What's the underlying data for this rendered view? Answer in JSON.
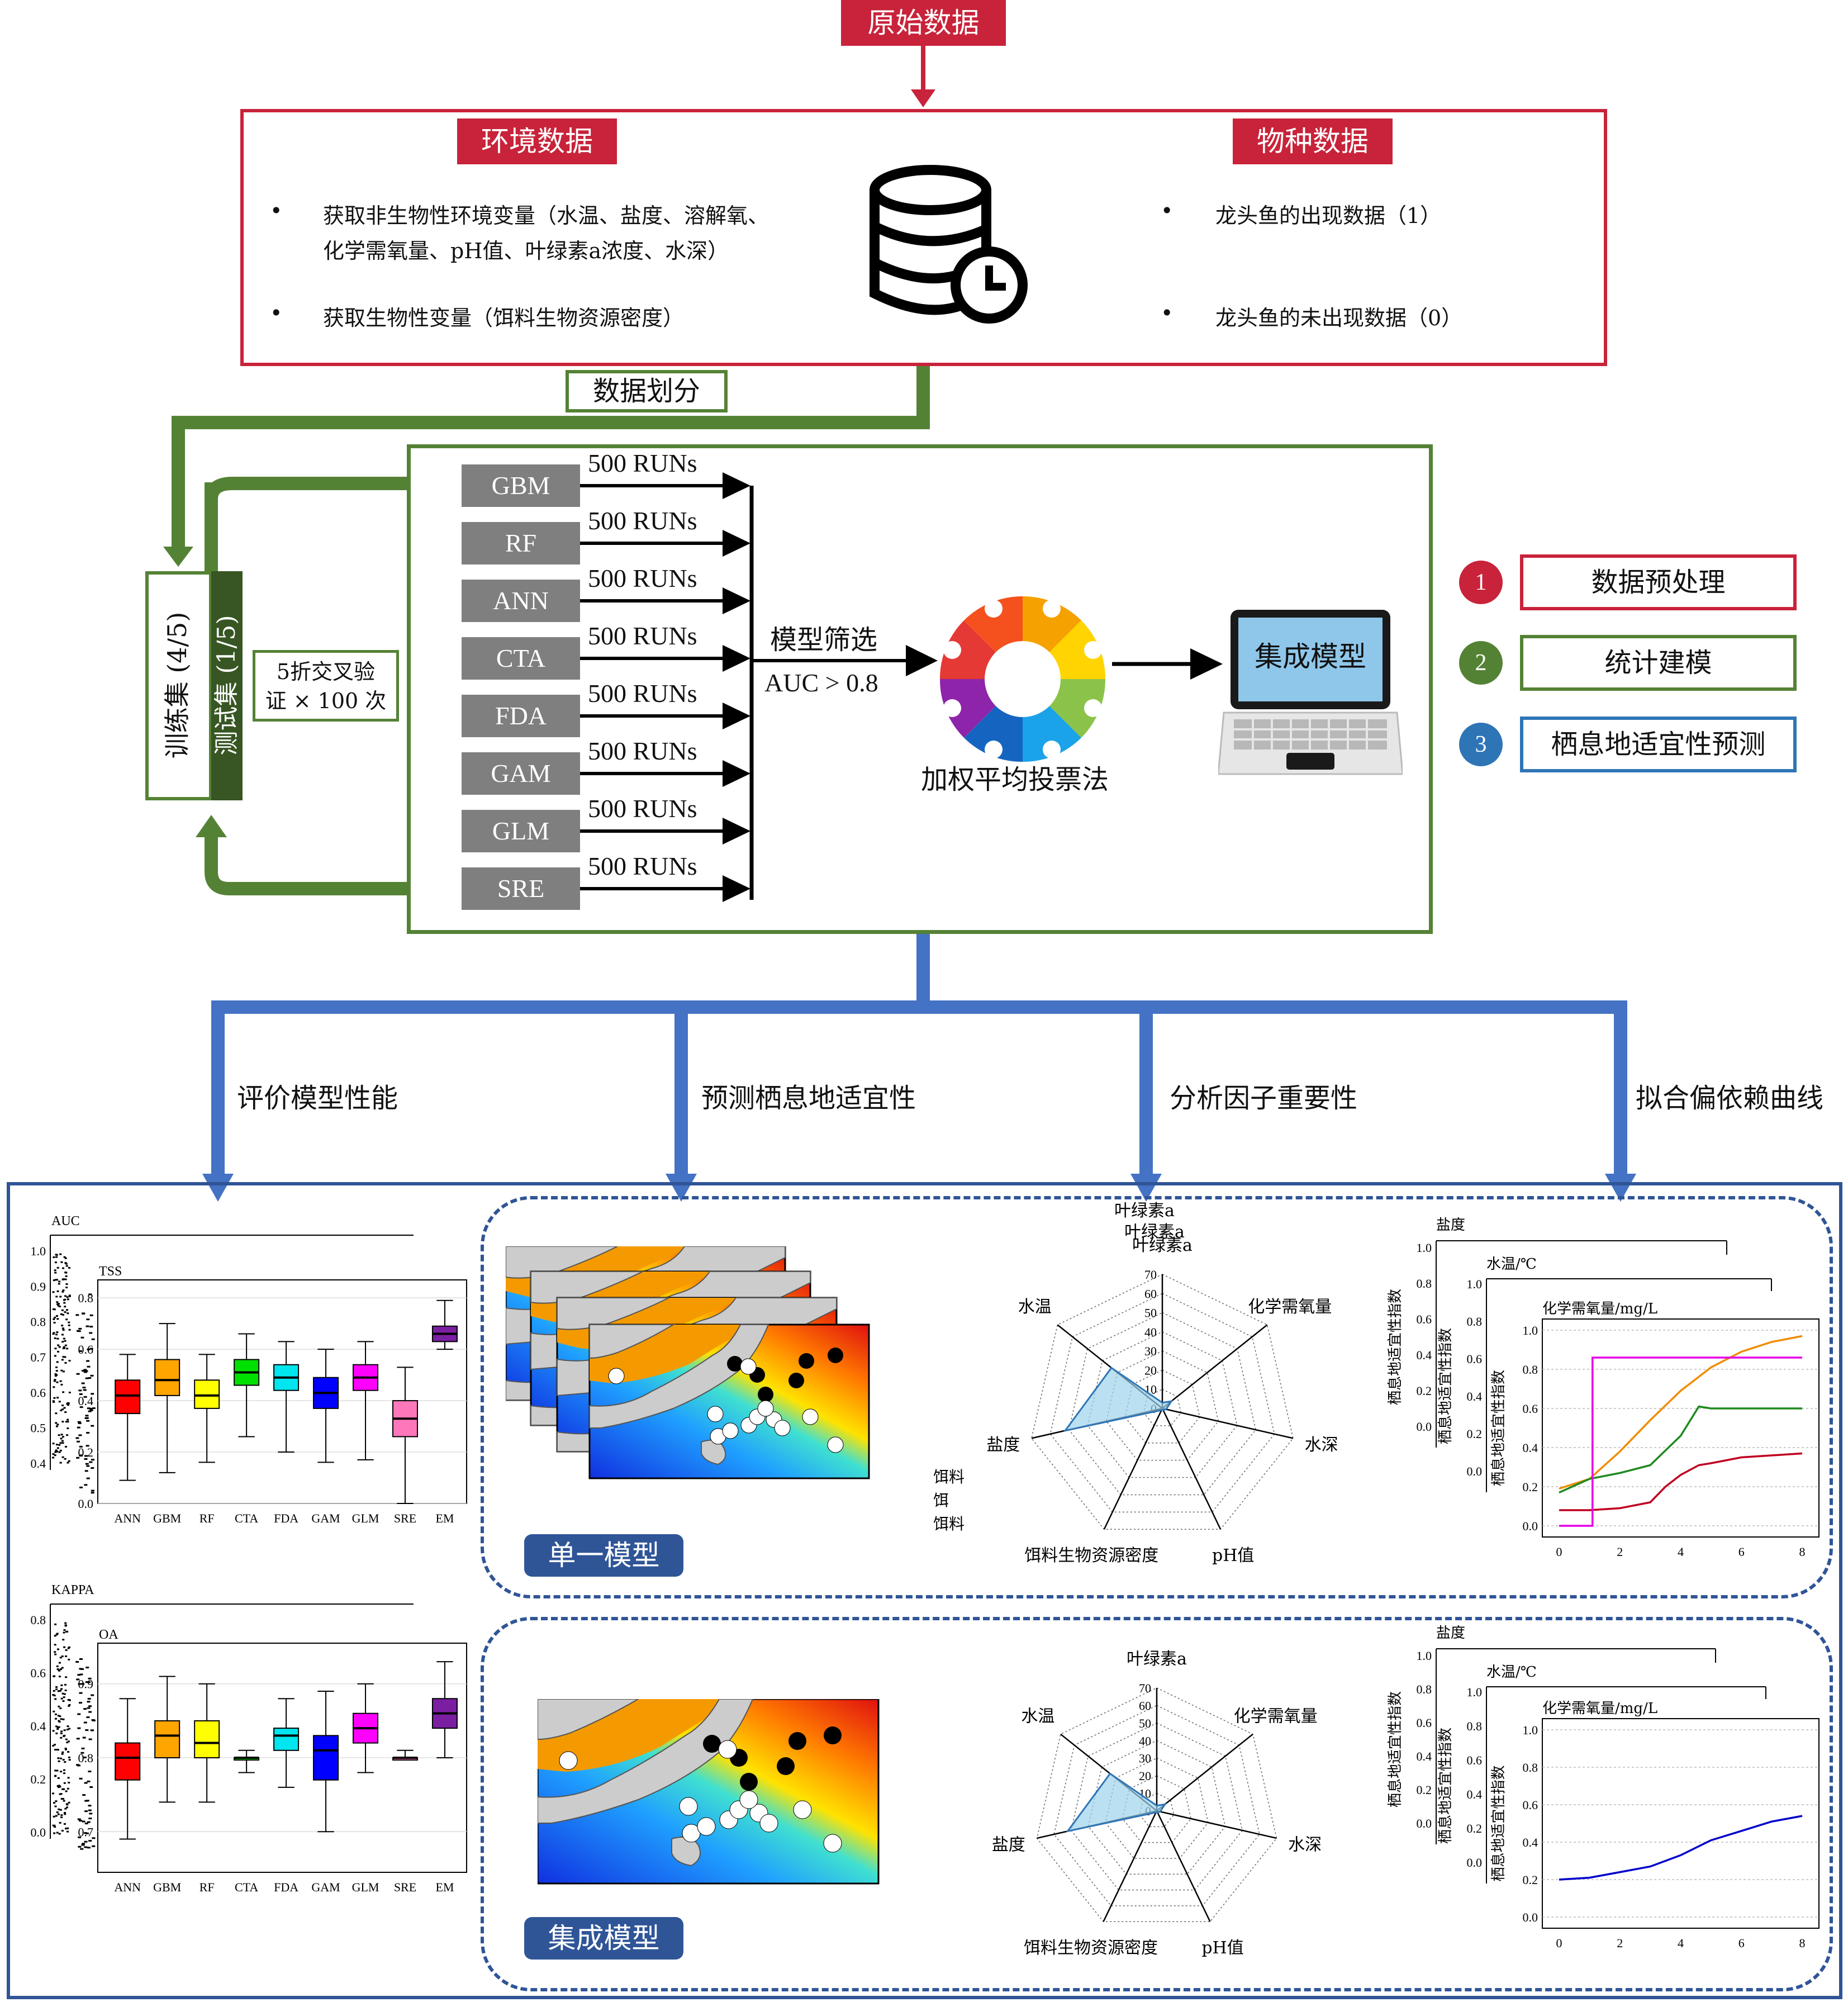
{
  "top": {
    "raw_data": "原始数据"
  },
  "preprocess": {
    "env_title": "环境数据",
    "species_title": "物种数据",
    "env_items": [
      "获取非生物性环境变量（水温、盐度、溶解氧、",
      "化学需氧量、pH值、叶绿素a浓度、水深）",
      "获取生物性变量（饵料生物资源密度）"
    ],
    "species_items": [
      "龙头鱼的出现数据（1）",
      "龙头鱼的未出现数据（0）"
    ],
    "database_icon": "database-clock-icon"
  },
  "split": {
    "label": "数据划分",
    "train": "训练集 (4/5)",
    "test": "测试集 (1/5)",
    "cv": [
      "5折交叉验",
      "证 × 100 次"
    ]
  },
  "models": {
    "names": [
      "GBM",
      "RF",
      "ANN",
      "CTA",
      "FDA",
      "GAM",
      "GLM",
      "SRE"
    ],
    "runs_label": "500 RUNs",
    "filter_label": "模型筛选",
    "filter_criterion": "AUC > 0.8",
    "vote_label": "加权平均投票法",
    "ensemble_label": "集成模型",
    "puzzle_icon": "puzzle-wheel-icon",
    "laptop_icon": "laptop-icon"
  },
  "legend": [
    {
      "num": "1",
      "label": "数据预处理",
      "color": "#c8233a"
    },
    {
      "num": "2",
      "label": "统计建模",
      "color": "#548235"
    },
    {
      "num": "3",
      "label": "栖息地适宜性预测",
      "color": "#2e75b6"
    }
  ],
  "tasks": [
    "评价模型性能",
    "预测栖息地适宜性",
    "分析因子重要性",
    "拟合偏依赖曲线"
  ],
  "panels": {
    "single": "单一模型",
    "ensemble": "集成模型"
  },
  "boxplots": {
    "categories": [
      "ANN",
      "GBM",
      "RF",
      "CTA",
      "FDA",
      "GAM",
      "GLM",
      "SRE",
      "EM"
    ],
    "colors": [
      "#ff0000",
      "#ffa500",
      "#ffff00",
      "#00e000",
      "#00e5ee",
      "#0000ff",
      "#ff00ff",
      "#ff77bb",
      "#7b1fa2"
    ],
    "top": {
      "back_label": "AUC",
      "back_ticks": [
        "1.0",
        "0.9",
        "0.8",
        "0.7",
        "0.6",
        "0.5",
        "0.4"
      ],
      "front_label": "TSS",
      "front_ticks": [
        "0.8",
        "0.6",
        "0.4",
        "0.2",
        "0.0"
      ],
      "ylim": [
        0.0,
        0.87
      ],
      "boxes": [
        {
          "min": 0.09,
          "q1": 0.35,
          "median": 0.42,
          "q3": 0.48,
          "max": 0.58
        },
        {
          "min": 0.12,
          "q1": 0.42,
          "median": 0.48,
          "q3": 0.56,
          "max": 0.7
        },
        {
          "min": 0.16,
          "q1": 0.37,
          "median": 0.42,
          "q3": 0.48,
          "max": 0.58
        },
        {
          "min": 0.26,
          "q1": 0.46,
          "median": 0.51,
          "q3": 0.56,
          "max": 0.66
        },
        {
          "min": 0.2,
          "q1": 0.44,
          "median": 0.49,
          "q3": 0.54,
          "max": 0.63
        },
        {
          "min": 0.16,
          "q1": 0.37,
          "median": 0.43,
          "q3": 0.49,
          "max": 0.6
        },
        {
          "min": 0.17,
          "q1": 0.44,
          "median": 0.49,
          "q3": 0.54,
          "max": 0.63
        },
        {
          "min": 0.0,
          "q1": 0.26,
          "median": 0.33,
          "q3": 0.4,
          "max": 0.53
        },
        {
          "min": 0.6,
          "q1": 0.63,
          "median": 0.66,
          "q3": 0.69,
          "max": 0.79
        }
      ]
    },
    "bottom": {
      "back_label": "KAPPA",
      "back_ticks": [
        "0.8",
        "0.6",
        "0.4",
        "0.2",
        "0.0"
      ],
      "front_label": "OA",
      "front_ticks": [
        "0.9",
        "0.8",
        "0.7"
      ],
      "ylim": [
        0.645,
        0.955
      ],
      "boxes": [
        {
          "min": 0.69,
          "q1": 0.77,
          "median": 0.8,
          "q3": 0.82,
          "max": 0.88
        },
        {
          "min": 0.74,
          "q1": 0.8,
          "median": 0.83,
          "q3": 0.85,
          "max": 0.91
        },
        {
          "min": 0.74,
          "q1": 0.8,
          "median": 0.82,
          "q3": 0.85,
          "max": 0.9
        },
        {
          "min": 0.78,
          "q1": 0.8,
          "median": 0.8,
          "q3": 0.8,
          "max": 0.81
        },
        {
          "min": 0.76,
          "q1": 0.81,
          "median": 0.83,
          "q3": 0.84,
          "max": 0.88
        },
        {
          "min": 0.7,
          "q1": 0.77,
          "median": 0.81,
          "q3": 0.83,
          "max": 0.89
        },
        {
          "min": 0.78,
          "q1": 0.82,
          "median": 0.84,
          "q3": 0.86,
          "max": 0.9
        },
        {
          "min": 0.8,
          "q1": 0.8,
          "median": 0.8,
          "q3": 0.8,
          "max": 0.81
        },
        {
          "min": 0.8,
          "q1": 0.84,
          "median": 0.86,
          "q3": 0.88,
          "max": 0.93
        }
      ]
    }
  },
  "radar": {
    "axes": [
      "叶绿素a",
      "化学需氧量",
      "水深",
      "pH值",
      "饵料生物资源密度",
      "盐度",
      "水温"
    ],
    "ticks": [
      "0",
      "10",
      "20",
      "30",
      "40",
      "50",
      "60",
      "70"
    ],
    "max": 70,
    "single_values": [
      3,
      6,
      2,
      1,
      1,
      52,
      34
    ],
    "ensemble_values": [
      3,
      6,
      2,
      1,
      1,
      52,
      34
    ],
    "stacked_labels": [
      "叶绿素a",
      "叶绿素a",
      "叶绿素a"
    ],
    "stacked_left": [
      "饵料",
      "饵",
      "饵料"
    ]
  },
  "response": {
    "back_label_1": "盐度",
    "back_label_2": "水温/℃",
    "front_label": "化学需氧量/mg/L",
    "ylabel": "栖息地适宜性指数",
    "yticks": [
      "0.0",
      "0.2",
      "0.4",
      "0.6",
      "0.8",
      "1.0"
    ],
    "back_yticks": [
      "0.0",
      "0.2",
      "0.4",
      "0.6",
      "0.8",
      "1.0"
    ],
    "xticks": [
      "0",
      "2",
      "4",
      "6",
      "8"
    ],
    "single_series": [
      {
        "name": "",
        "color": "#f08c00",
        "x": [
          0,
          1,
          2,
          3,
          4,
          5,
          6,
          7,
          8
        ],
        "y": [
          0.19,
          0.24,
          0.38,
          0.54,
          0.69,
          0.81,
          0.89,
          0.94,
          0.97
        ]
      },
      {
        "name": "",
        "color": "#1f8a1f",
        "x": [
          0,
          1,
          2,
          3,
          4,
          4.6,
          5,
          6,
          7,
          8
        ],
        "y": [
          0.17,
          0.24,
          0.27,
          0.31,
          0.46,
          0.61,
          0.6,
          0.6,
          0.6,
          0.6
        ]
      },
      {
        "name": "",
        "color": "#c00020",
        "x": [
          0,
          1,
          2,
          3,
          3.5,
          4,
          4.6,
          5,
          6,
          7,
          8
        ],
        "y": [
          0.08,
          0.08,
          0.09,
          0.12,
          0.2,
          0.26,
          0.31,
          0.32,
          0.35,
          0.36,
          0.37
        ]
      },
      {
        "name": "",
        "color": "#e600e6",
        "x": [
          0,
          1.1,
          1.1,
          8
        ],
        "y": [
          0.0,
          0.0,
          0.86,
          0.86
        ]
      }
    ],
    "ensemble_series": [
      {
        "name": "",
        "color": "#0000cc",
        "x": [
          0,
          1,
          2,
          3,
          4,
          5,
          6,
          7,
          8
        ],
        "y": [
          0.2,
          0.21,
          0.24,
          0.27,
          0.33,
          0.41,
          0.46,
          0.51,
          0.54
        ]
      }
    ]
  }
}
